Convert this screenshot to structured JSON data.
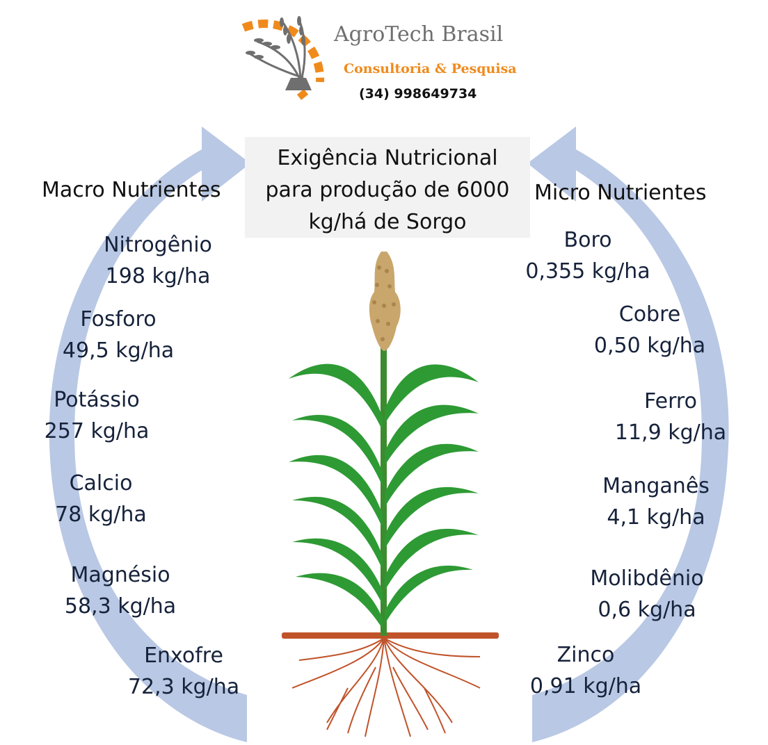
{
  "brand": {
    "name": "AgroTech Brasil",
    "tagline": "Consultoria & Pesquisa",
    "phone": "(34) 998649734",
    "accent_color": "#f08a1c"
  },
  "title_lines": [
    "Exigência Nutricional",
    "para produção de 6000",
    "kg/há de Sorgo"
  ],
  "macro": {
    "heading": "Macro Nutrientes",
    "items": [
      {
        "name": "Nitrogênio",
        "value": "198 kg/ha"
      },
      {
        "name": "Fosforo",
        "value": "49,5 kg/ha"
      },
      {
        "name": "Potássio",
        "value": "257 kg/ha"
      },
      {
        "name": "Calcio",
        "value": "78 kg/ha"
      },
      {
        "name": "Magnésio",
        "value": "58,3 kg/ha"
      },
      {
        "name": "Enxofre",
        "value": "72,3 kg/ha"
      }
    ]
  },
  "micro": {
    "heading": "Micro Nutrientes",
    "items": [
      {
        "name": "Boro",
        "value": "0,355 kg/ha"
      },
      {
        "name": "Cobre",
        "value": "0,50 kg/ha"
      },
      {
        "name": "Ferro",
        "value": "11,9 kg/ha"
      },
      {
        "name": "Manganês",
        "value": "4,1 kg/ha"
      },
      {
        "name": "Molibdênio",
        "value": "0,6 kg/ha"
      },
      {
        "name": "Zinco",
        "value": "0,91 kg/ha"
      }
    ]
  },
  "colors": {
    "arrow": "#b9c8e4",
    "leaf": "#2e9a34",
    "stem": "#3d8b2f",
    "panicle": "#c9a66b",
    "root": "#c0532a",
    "soil": "#c0532a"
  }
}
